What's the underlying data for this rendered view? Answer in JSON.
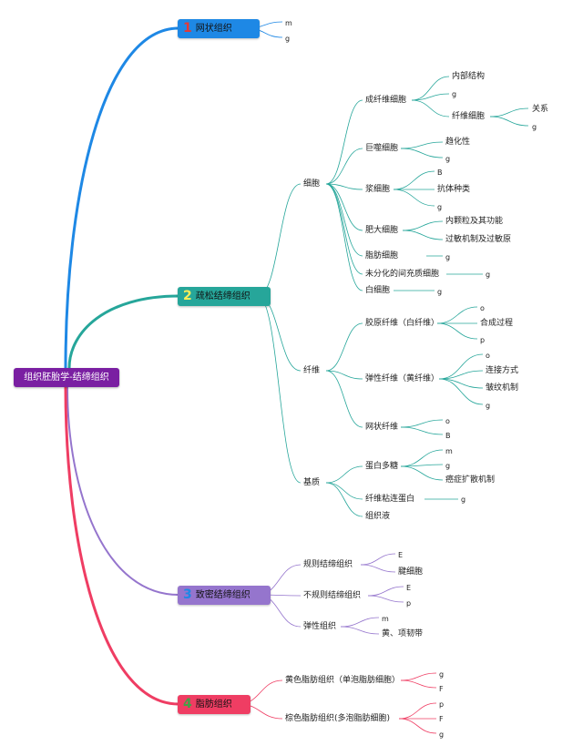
{
  "root": "组织胚胎学-结缔组织",
  "branches": [
    {
      "num": "1",
      "label": "网状组织",
      "color": "#1e88e5",
      "leaves": [
        "m",
        "g"
      ]
    },
    {
      "num": "2",
      "label": "疏松结缔组织",
      "color": "#26a69a",
      "cells": {
        "label": "细胞",
        "items": [
          {
            "label": "成纤维细胞",
            "children": [
              "内部结构",
              "g",
              "纤维细胞"
            ],
            "sub": [
              "关系",
              "g"
            ]
          },
          {
            "label": "巨噬细胞",
            "children": [
              "趋化性",
              "g"
            ]
          },
          {
            "label": "浆细胞",
            "children": [
              "B",
              "抗体种类",
              "g"
            ]
          },
          {
            "label": "肥大细胞",
            "children": [
              "内颗粒及其功能",
              "过敏机制及过敏原"
            ]
          },
          {
            "label": "脂肪细胞",
            "children": [
              "g"
            ]
          },
          {
            "label": "未分化的间充质细胞",
            "children": [
              "g"
            ]
          },
          {
            "label": "白细胞",
            "children": [
              "g"
            ]
          }
        ]
      },
      "fibers": {
        "label": "纤维",
        "items": [
          {
            "label": "胶原纤维（白纤维）",
            "children": [
              "o",
              "合成过程",
              "p"
            ]
          },
          {
            "label": "弹性纤维（黄纤维）",
            "children": [
              "o",
              "连接方式",
              "皱纹机制",
              "g"
            ]
          },
          {
            "label": "网状纤维",
            "children": [
              "o",
              "B"
            ]
          }
        ]
      },
      "matrix": {
        "label": "基质",
        "items": [
          {
            "label": "蛋白多糖",
            "children": [
              "m",
              "g",
              "癌症扩散机制"
            ]
          },
          {
            "label": "纤维粘连蛋白",
            "children": [
              "g"
            ]
          },
          {
            "label": "组织液",
            "children": []
          }
        ]
      }
    },
    {
      "num": "3",
      "label": "致密结缔组织",
      "color": "#9575cd",
      "items": [
        {
          "label": "规则结缔组织",
          "children": [
            "E",
            "腱细胞"
          ]
        },
        {
          "label": "不规则结缔组织",
          "children": [
            "E",
            "p"
          ]
        },
        {
          "label": "弹性组织",
          "children": [
            "m",
            "黄、项韧带"
          ]
        }
      ]
    },
    {
      "num": "4",
      "label": "脂肪组织",
      "color": "#ef3d63",
      "items": [
        {
          "label": "黄色脂肪组织（单泡脂肪细胞）",
          "children": [
            "g",
            "F"
          ]
        },
        {
          "label": "棕色脂肪组织(多泡脂肪细胞)",
          "children": [
            "p",
            "F",
            "g"
          ]
        }
      ]
    }
  ]
}
